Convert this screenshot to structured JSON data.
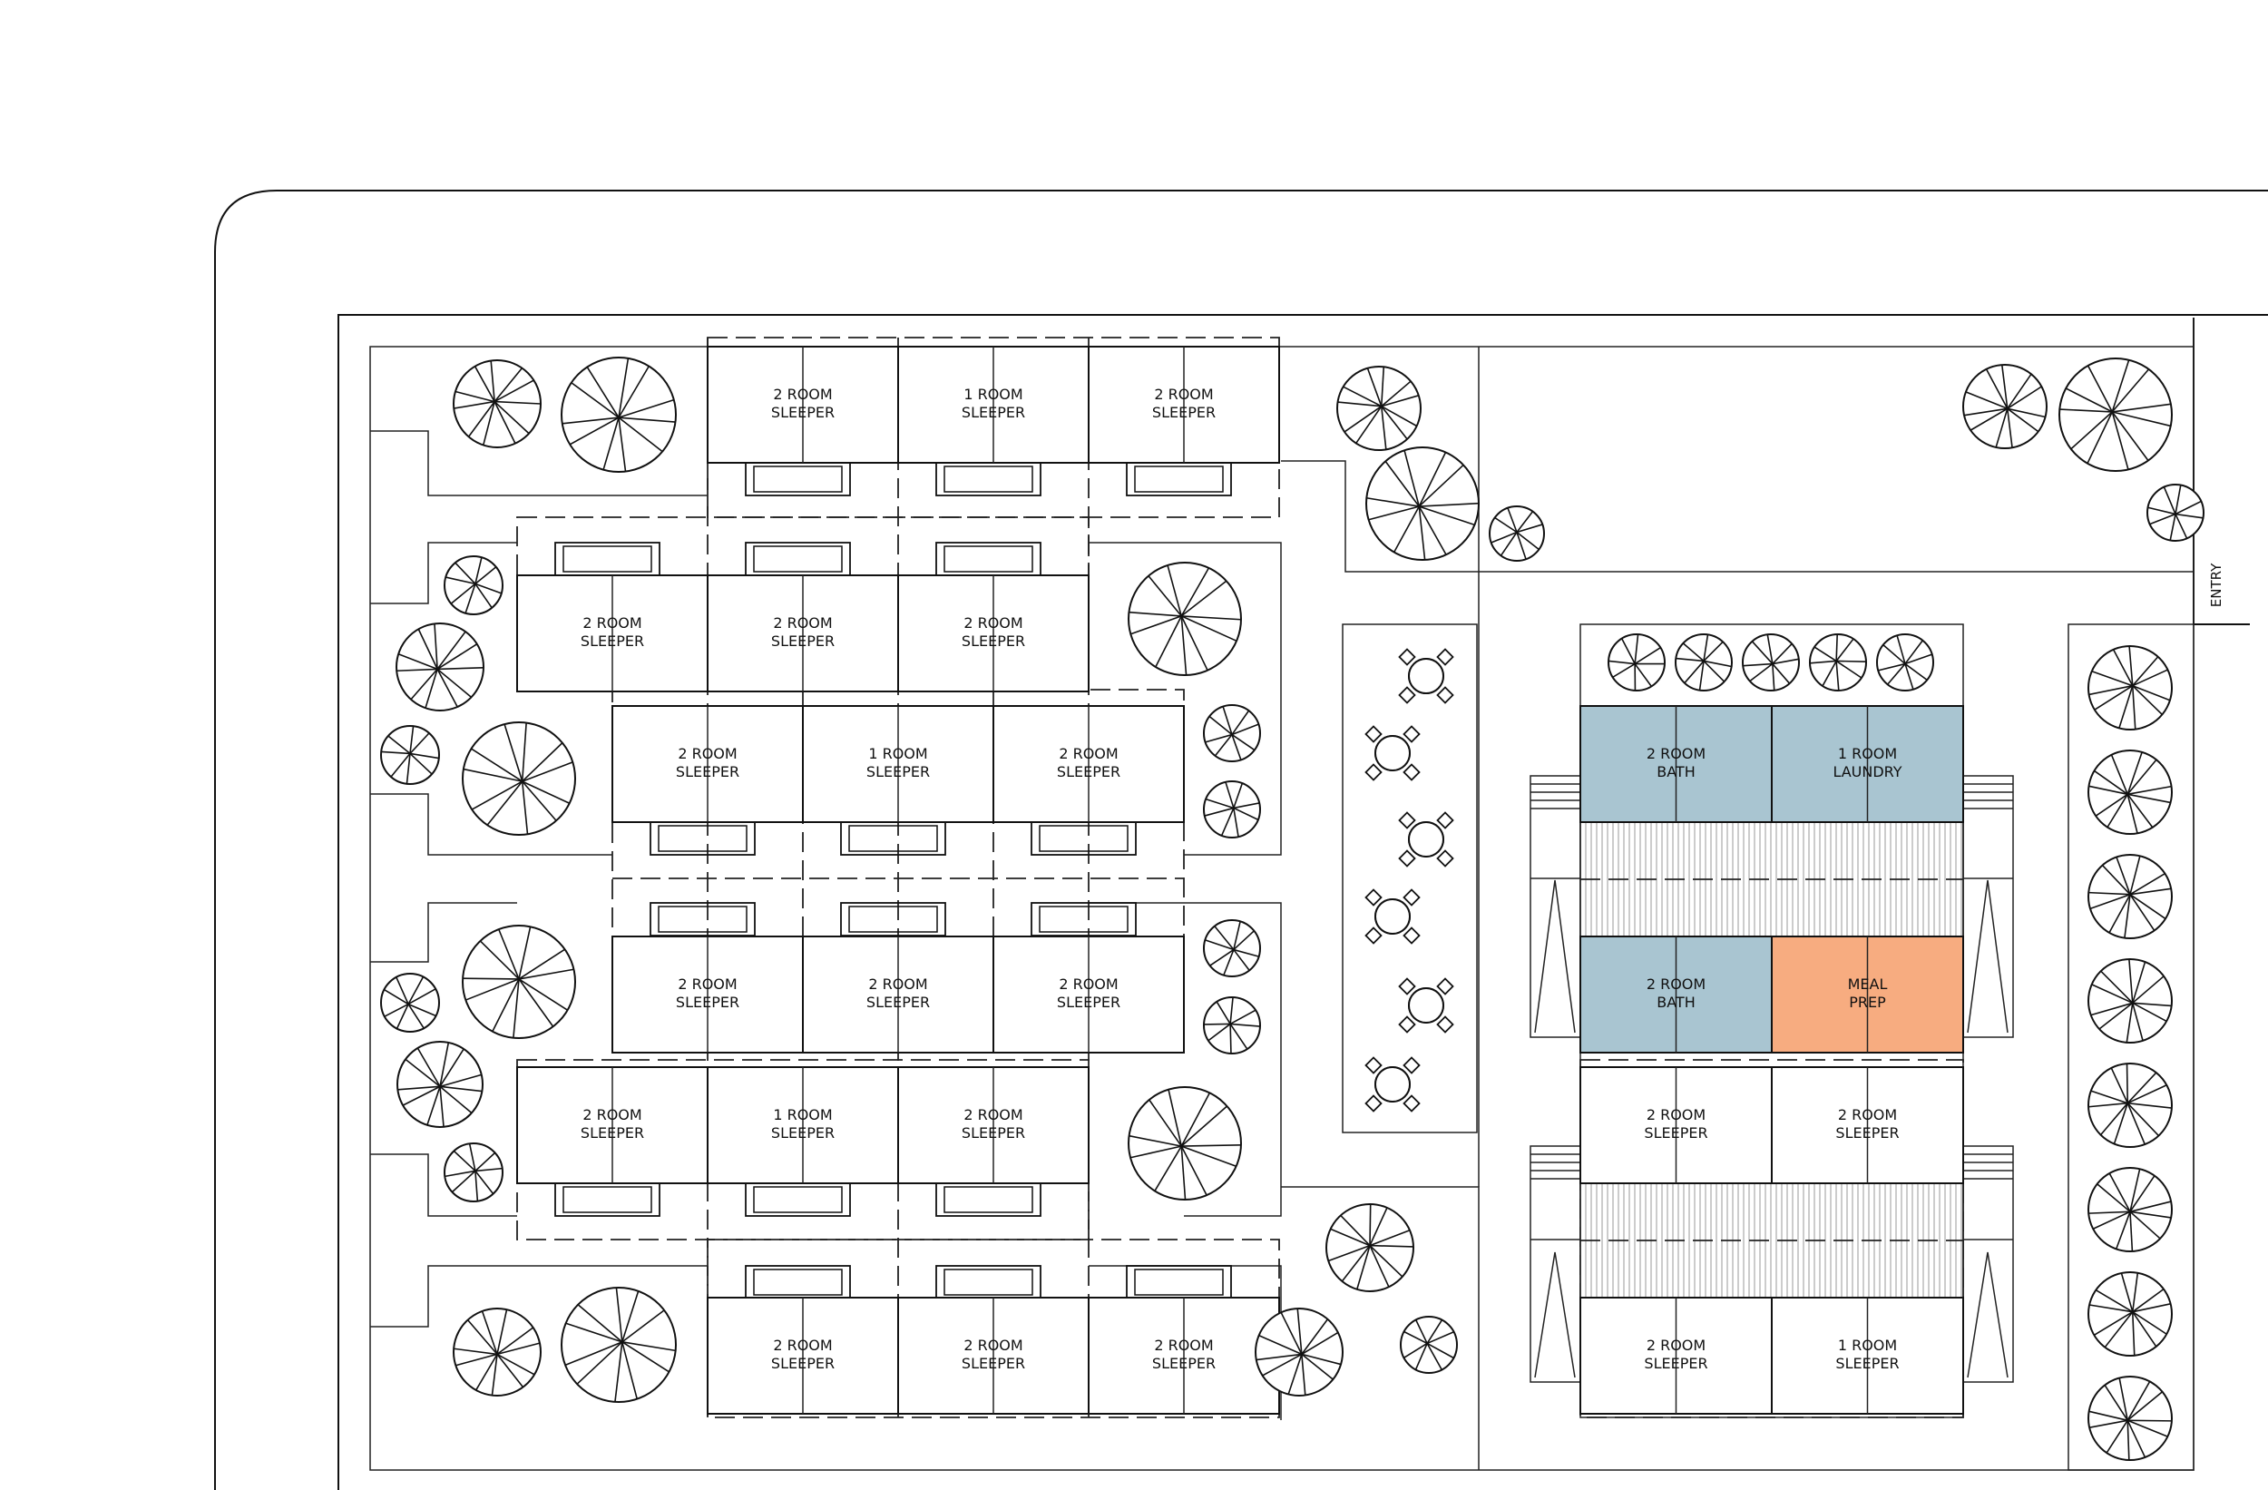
{
  "entry_label": "ENTRY",
  "colors": {
    "bath": "#a9c5d1",
    "laundry": "#a9c5d1",
    "meal_prep": "#f7ac80",
    "line": "#111111"
  },
  "modules": [
    {
      "id": "r1a",
      "l1": "2 ROOM",
      "l2": "SLEEPER"
    },
    {
      "id": "r1b",
      "l1": "1 ROOM",
      "l2": "SLEEPER"
    },
    {
      "id": "r1c",
      "l1": "2 ROOM",
      "l2": "SLEEPER"
    },
    {
      "id": "r2a",
      "l1": "2 ROOM",
      "l2": "SLEEPER"
    },
    {
      "id": "r2b",
      "l1": "2 ROOM",
      "l2": "SLEEPER"
    },
    {
      "id": "r2c",
      "l1": "2 ROOM",
      "l2": "SLEEPER"
    },
    {
      "id": "r3a",
      "l1": "2 ROOM",
      "l2": "SLEEPER"
    },
    {
      "id": "r3b",
      "l1": "1 ROOM",
      "l2": "SLEEPER"
    },
    {
      "id": "r3c",
      "l1": "2 ROOM",
      "l2": "SLEEPER"
    },
    {
      "id": "r4a",
      "l1": "2 ROOM",
      "l2": "SLEEPER"
    },
    {
      "id": "r4b",
      "l1": "2 ROOM",
      "l2": "SLEEPER"
    },
    {
      "id": "r4c",
      "l1": "2 ROOM",
      "l2": "SLEEPER"
    },
    {
      "id": "r5a",
      "l1": "2 ROOM",
      "l2": "SLEEPER"
    },
    {
      "id": "r5b",
      "l1": "1 ROOM",
      "l2": "SLEEPER"
    },
    {
      "id": "r5c",
      "l1": "2 ROOM",
      "l2": "SLEEPER"
    },
    {
      "id": "r6a",
      "l1": "2 ROOM",
      "l2": "SLEEPER"
    },
    {
      "id": "r6b",
      "l1": "2 ROOM",
      "l2": "SLEEPER"
    },
    {
      "id": "r6c",
      "l1": "2 ROOM",
      "l2": "SLEEPER"
    },
    {
      "id": "s1a",
      "l1": "2 ROOM",
      "l2": "BATH",
      "fill": "bath"
    },
    {
      "id": "s1b",
      "l1": "1 ROOM",
      "l2": "LAUNDRY",
      "fill": "laundry"
    },
    {
      "id": "s2a",
      "l1": "2 ROOM",
      "l2": "BATH",
      "fill": "bath"
    },
    {
      "id": "s2b",
      "l1": "MEAL",
      "l2": "PREP",
      "fill": "meal_prep"
    },
    {
      "id": "s3a",
      "l1": "2 ROOM",
      "l2": "SLEEPER"
    },
    {
      "id": "s3b",
      "l1": "2 ROOM",
      "l2": "SLEEPER"
    },
    {
      "id": "s4a",
      "l1": "2 ROOM",
      "l2": "SLEEPER"
    },
    {
      "id": "s4b",
      "l1": "1 ROOM",
      "l2": "SLEEPER"
    }
  ]
}
